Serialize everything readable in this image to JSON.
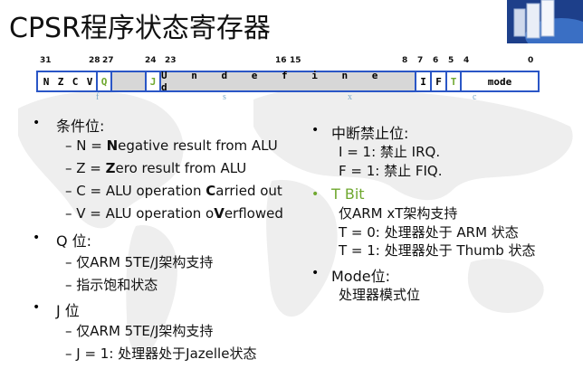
{
  "title": "CPSR程序状态寄存器",
  "bits": {
    "b31": "31",
    "b28": "28",
    "b27": "27",
    "b24": "24",
    "b23": "23",
    "b16": "16",
    "b15": "15",
    "b8": "8",
    "b7": "7",
    "b6": "6",
    "b5": "5",
    "b4": "4",
    "b0": "0"
  },
  "fields": {
    "N": "N",
    "Z": "Z",
    "C": "C",
    "V": "V",
    "Q": "Q",
    "J": "J",
    "undefined": "U n d e f i n e d",
    "I": "I",
    "F": "F",
    "T": "T",
    "mode": "mode"
  },
  "groups": {
    "f": "f",
    "s": "s",
    "x": "x",
    "c": "c"
  },
  "left": {
    "cond_title": "条件位:",
    "n": {
      "pre": "– N = ",
      "bold": "N",
      "post": "egative result from ALU"
    },
    "z": {
      "pre": "– Z = ",
      "bold": "Z",
      "post": "ero result from ALU"
    },
    "c": {
      "pre": "– C = ALU operation ",
      "bold": "C",
      "post": "arried out"
    },
    "v": {
      "pre": "– V = ALU operation o",
      "bold": "V",
      "post": "erflowed"
    },
    "q_title": "Q 位:",
    "q1": "– 仅ARM 5TE/J架构支持",
    "q2": "– 指示饱和状态",
    "j_title": "J 位",
    "j1": "– 仅ARM 5TE/J架构支持",
    "j2": "– J = 1:  处理器处于Jazelle状态"
  },
  "right": {
    "int_title": "中断禁止位:",
    "i": "I  = 1: 禁止   IRQ.",
    "f": "F = 1: 禁止   FIQ.",
    "t_title": "T Bit",
    "t1": "仅ARM  xT架构支持",
    "t2": "T = 0: 处理器处于 ARM 状态",
    "t3": "T = 1: 处理器处于 Thumb 状态",
    "mode_title": "Mode位:",
    "mode1": "处理器模式位"
  },
  "colors": {
    "accent_green": "#6fa82f",
    "register_blue": "#2a56c6",
    "undefined_grey": "#d7d7d7"
  }
}
